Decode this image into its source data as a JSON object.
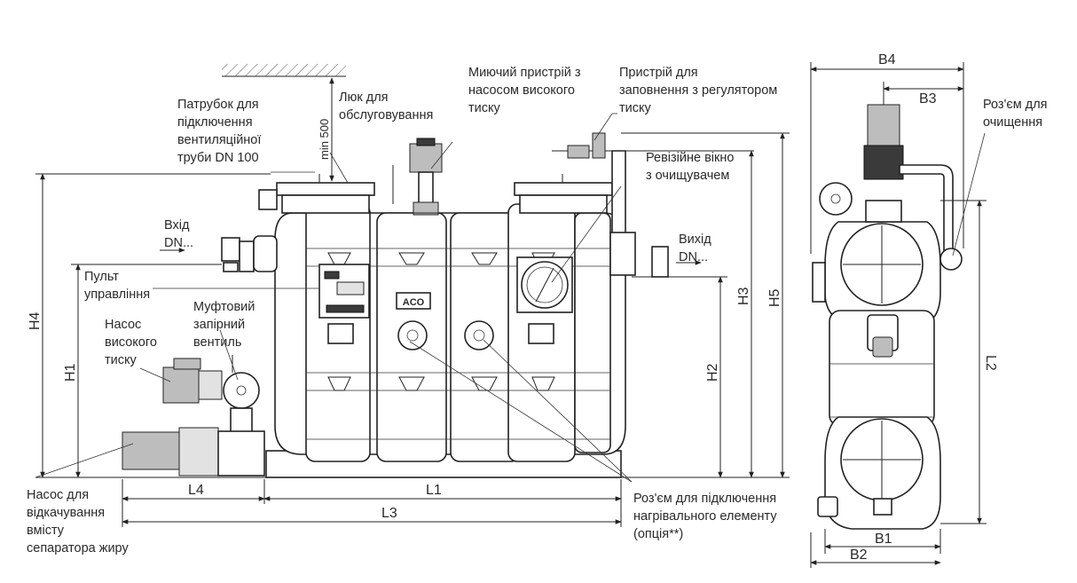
{
  "labels": {
    "vent_pipe": [
      "Патрубок для",
      "підключення",
      "вентиляційної",
      "труби DN 100"
    ],
    "service_hatch": [
      "Люк для",
      "обслуговування"
    ],
    "min_clearance": "min 500",
    "washer": [
      "Миючий пристрій з",
      "насосом високого",
      "тиску"
    ],
    "filler": [
      "Пристрій для",
      "заповнення з регулятором",
      "тиску"
    ],
    "inspection_window": [
      "Ревізійне вікно",
      "з очищувачем"
    ],
    "inlet": [
      "Вхід",
      "DN..."
    ],
    "outlet": [
      "Вихід",
      "DN..."
    ],
    "control_panel": [
      "Пульт",
      "управління"
    ],
    "hp_pump": [
      "Насос",
      "високого",
      "тиску"
    ],
    "coupling_valve": [
      "Муфтовий",
      "запірний",
      "вентиль"
    ],
    "drain_pump": [
      "Насос для",
      "відкачування",
      "вмісту",
      "сепаратора жиру"
    ],
    "heater_socket": [
      "Роз'єм для підключення",
      "нагрівального елементу",
      "(опція**)"
    ],
    "cleaning_socket": [
      "Роз'єм для",
      "очищення"
    ],
    "brand": "ACO"
  },
  "dimensions": {
    "H1": "H1",
    "H2": "H2",
    "H3": "H3",
    "H4": "H4",
    "H5": "H5",
    "L1": "L1",
    "L2": "L2",
    "L3": "L3",
    "L4": "L4",
    "B1": "B1",
    "B2": "B2",
    "B3": "B3",
    "B4": "B4"
  }
}
